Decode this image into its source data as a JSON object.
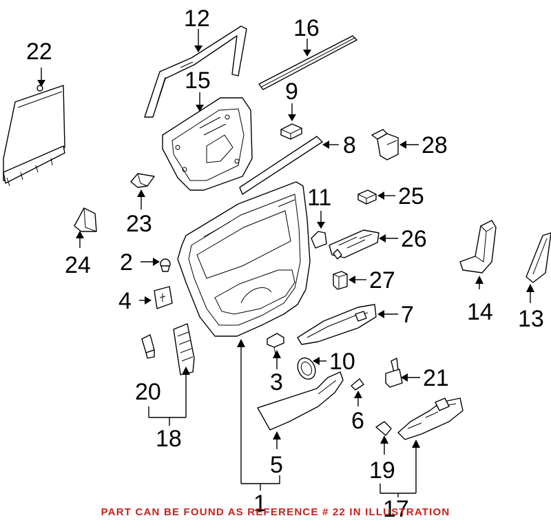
{
  "callouts": {
    "c1": "1",
    "c2": "2",
    "c3": "3",
    "c4": "4",
    "c5": "5",
    "c6": "6",
    "c7": "7",
    "c8": "8",
    "c9": "9",
    "c10": "10",
    "c11": "11",
    "c12": "12",
    "c13": "13",
    "c14": "14",
    "c15": "15",
    "c16": "16",
    "c17": "17",
    "c18": "18",
    "c19": "19",
    "c20": "20",
    "c21": "21",
    "c22": "22",
    "c23": "23",
    "c24": "24",
    "c25": "25",
    "c26": "26",
    "c27": "27",
    "c28": "28"
  },
  "footer_note": "PART CAN BE FOUND AS REFERENCE # 22 IN ILLUSTRATION",
  "colors": {
    "note": "#c8201c",
    "line": "#000000",
    "background": "#ffffff"
  }
}
